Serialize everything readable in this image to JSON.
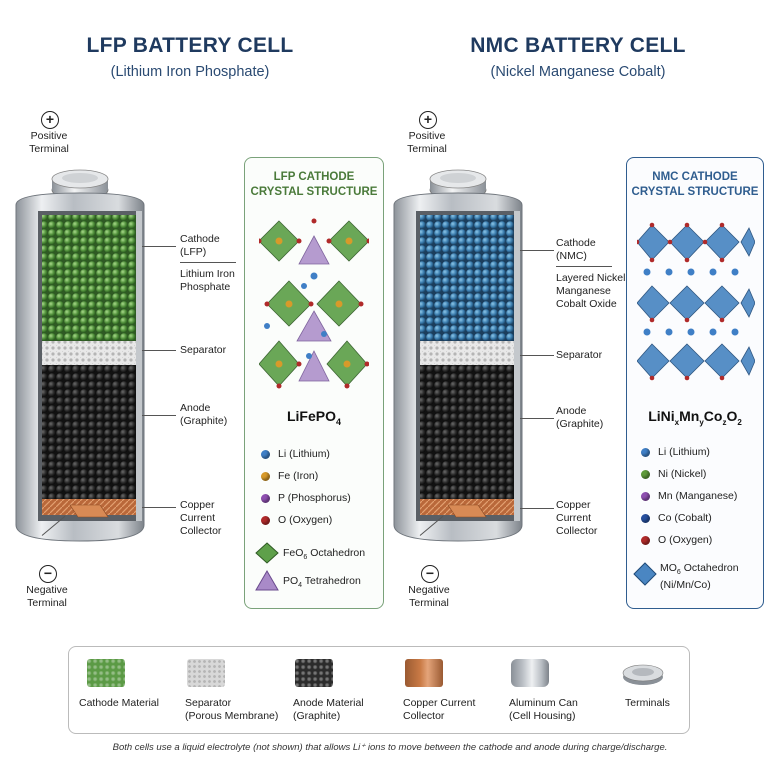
{
  "lfp": {
    "title": "LFP BATTERY CELL",
    "subtitle": "(Lithium Iron Phosphate)",
    "positive": "Positive Terminal",
    "negative": "Negative Terminal",
    "labels": {
      "cathode": "Cathode (LFP)",
      "cathode_desc": "Lithium Iron Phosphate",
      "separator": "Separator",
      "anode": "Anode (Graphite)",
      "collector": "Copper Current Collector"
    },
    "panel": {
      "title_line1": "LFP CATHODE",
      "title_line2": "CRYSTAL STRUCTURE",
      "formula_main": "LiFePO",
      "formula_sub": "4",
      "legend": [
        {
          "label": "Li (Lithium)",
          "color": "#3f7fc6"
        },
        {
          "label": "Fe (Iron)",
          "color": "#d79a2a"
        },
        {
          "label": "P (Phosphorus)",
          "color": "#8e4fb0"
        },
        {
          "label": "O (Oxygen)",
          "color": "#b02a2a"
        }
      ],
      "shape1_a": "FeO",
      "shape1_sub": "6",
      "shape1_b": " Octahedron",
      "shape2_a": "PO",
      "shape2_sub": "4",
      "shape2_b": " Tetrahedron"
    }
  },
  "nmc": {
    "title": "NMC BATTERY CELL",
    "subtitle": "(Nickel Manganese Cobalt)",
    "positive": "Positive Terminal",
    "negative": "Negative Terminal",
    "labels": {
      "cathode": "Cathode (NMC)",
      "cathode_desc": "Layered Nickel Manganese Cobalt Oxide",
      "separator": "Separator",
      "anode": "Anode (Graphite)",
      "collector": "Copper Current Collector"
    },
    "panel": {
      "title_line1": "NMC CATHODE",
      "title_line2": "CRYSTAL STRUCTURE",
      "f1": "LiNi",
      "fx": "x",
      "f2": "Mn",
      "fy": "y",
      "f3": "Co",
      "fz": "z",
      "f4": "O",
      "f5": "2",
      "legend": [
        {
          "label": "Li (Lithium)",
          "color": "#3f7fc6"
        },
        {
          "label": "Ni (Nickel)",
          "color": "#5e9a3a"
        },
        {
          "label": "Mn (Manganese)",
          "color": "#8e4fb0"
        },
        {
          "label": "Co (Cobalt)",
          "color": "#274f9e"
        },
        {
          "label": "O (Oxygen)",
          "color": "#b02a2a"
        }
      ],
      "shape_a": "MO",
      "shape_sub": "6",
      "shape_b": " Octahedron",
      "shape_c": "(Ni/Mn/Co)"
    }
  },
  "legend_box": [
    {
      "line1": "Cathode Material",
      "line2": "",
      "color": "#5b9a45"
    },
    {
      "line1": "Separator",
      "line2": "(Porous Membrane)",
      "color": "#d8d8d8"
    },
    {
      "line1": "Anode Material",
      "line2": "(Graphite)",
      "color": "#2b2b2b"
    },
    {
      "line1": "Copper Current",
      "line2": "Collector",
      "color": "#c97a45"
    },
    {
      "line1": "Aluminum Can",
      "line2": "(Cell Housing)",
      "color": "#b9bec4"
    },
    {
      "line1": "Terminals",
      "line2": "",
      "color": "#a9aeb4"
    }
  ],
  "footer": "Both cells use a liquid electrolyte (not shown) that allows Li⁺ ions to move between the cathode and anode during charge/discharge."
}
